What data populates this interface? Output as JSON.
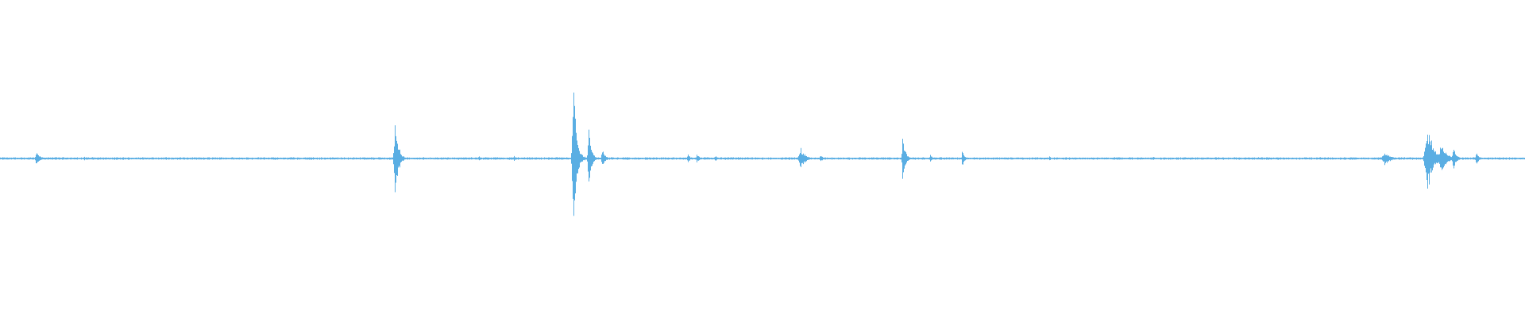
{
  "waveform": {
    "color": "#5aaee3",
    "background": "#ffffff",
    "amplitude_range": [
      -1,
      1
    ],
    "baseline_level": 0.006,
    "events": [
      {
        "t": 0.024,
        "amp": 0.05,
        "width": 0.002
      },
      {
        "t": 0.055,
        "amp": 0.015,
        "width": 0.001
      },
      {
        "t": 0.173,
        "amp": 0.012,
        "width": 0.001
      },
      {
        "t": 0.259,
        "amp": 0.33,
        "width": 0.0018
      },
      {
        "t": 0.314,
        "amp": 0.022,
        "width": 0.001
      },
      {
        "t": 0.337,
        "amp": 0.022,
        "width": 0.001
      },
      {
        "t": 0.376,
        "amp": 0.52,
        "width": 0.002
      },
      {
        "t": 0.386,
        "amp": 0.22,
        "width": 0.0015
      },
      {
        "t": 0.395,
        "amp": 0.08,
        "width": 0.0015
      },
      {
        "t": 0.451,
        "amp": 0.03,
        "width": 0.0015
      },
      {
        "t": 0.457,
        "amp": 0.03,
        "width": 0.0015
      },
      {
        "t": 0.469,
        "amp": 0.025,
        "width": 0.0012
      },
      {
        "t": 0.525,
        "amp": 0.07,
        "width": 0.003
      },
      {
        "t": 0.538,
        "amp": 0.03,
        "width": 0.0015
      },
      {
        "t": 0.592,
        "amp": 0.16,
        "width": 0.0015
      },
      {
        "t": 0.61,
        "amp": 0.025,
        "width": 0.0015
      },
      {
        "t": 0.631,
        "amp": 0.06,
        "width": 0.0012
      },
      {
        "t": 0.688,
        "amp": 0.02,
        "width": 0.001
      },
      {
        "t": 0.756,
        "amp": 0.015,
        "width": 0.001
      },
      {
        "t": 0.908,
        "amp": 0.045,
        "width": 0.0035
      },
      {
        "t": 0.936,
        "amp": 0.24,
        "width": 0.0035
      },
      {
        "t": 0.945,
        "amp": 0.12,
        "width": 0.003
      },
      {
        "t": 0.953,
        "amp": 0.08,
        "width": 0.002
      },
      {
        "t": 0.968,
        "amp": 0.05,
        "width": 0.0015
      }
    ]
  }
}
